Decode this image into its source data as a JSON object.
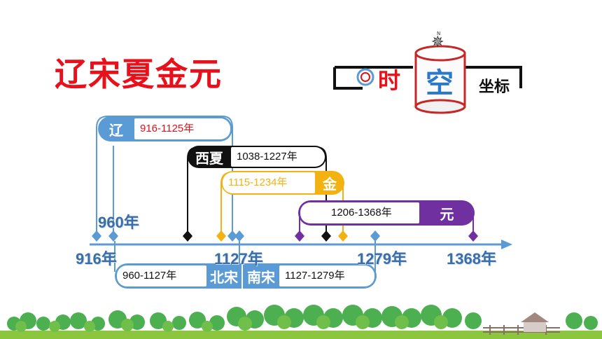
{
  "title": "辽宋夏金元",
  "logo": {
    "time_char": "时",
    "space_char": "空",
    "suffix": "坐标",
    "compass_n": "N"
  },
  "dynasties": {
    "liao": {
      "name": "辽",
      "range": "916-1125年",
      "color": "#5b9bd5",
      "text_color": "#e8101a"
    },
    "xixia": {
      "name": "西夏",
      "range": "1038-1227年",
      "color": "#111111"
    },
    "jin": {
      "name": "金",
      "range": "1115-1234年",
      "color": "#f2b312",
      "text_color": "#f2b312"
    },
    "yuan": {
      "name": "元",
      "range": "1206-1368年",
      "color": "#7030a0"
    },
    "beisong": {
      "name": "北宋",
      "range": "960-1127年",
      "color": "#5b9bd5"
    },
    "nansong": {
      "name": "南宋",
      "range": "1127-1279年",
      "color": "#5b9bd5"
    }
  },
  "axis_labels": {
    "y960": "960年",
    "y916": "916年",
    "y1127": "1127年",
    "y1279": "1279年",
    "y1368": "1368年"
  }
}
